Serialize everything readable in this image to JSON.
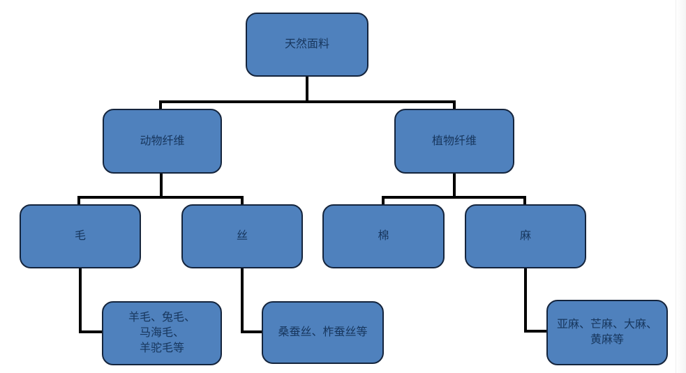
{
  "diagram": {
    "type": "tree",
    "nodes": {
      "root": {
        "label": "天然面料"
      },
      "animal_fiber": {
        "label": "动物纤维"
      },
      "plant_fiber": {
        "label": "植物纤维"
      },
      "wool": {
        "label": "毛"
      },
      "silk": {
        "label": "丝"
      },
      "cotton": {
        "label": "棉"
      },
      "hemp": {
        "label": "麻"
      },
      "wool_types": {
        "label": "羊毛、兔毛、\n马海毛、\n羊驼毛等"
      },
      "silk_types": {
        "label": "桑蚕丝、柞蚕丝等"
      },
      "hemp_types": {
        "label": "亚麻、芒麻、大麻、\n黄麻等"
      }
    },
    "edges": [
      {
        "from": "root",
        "to": "animal_fiber"
      },
      {
        "from": "root",
        "to": "plant_fiber"
      },
      {
        "from": "animal_fiber",
        "to": "wool"
      },
      {
        "from": "animal_fiber",
        "to": "silk"
      },
      {
        "from": "plant_fiber",
        "to": "cotton"
      },
      {
        "from": "plant_fiber",
        "to": "hemp"
      },
      {
        "from": "wool",
        "to": "wool_types"
      },
      {
        "from": "silk",
        "to": "silk_types"
      },
      {
        "from": "hemp",
        "to": "hemp_types"
      }
    ],
    "colors": {
      "node_fill": "#4f81bd",
      "node_border": "#14243c",
      "node_text": "#17365d",
      "connector": "#000000",
      "background": "#ffffff"
    }
  }
}
